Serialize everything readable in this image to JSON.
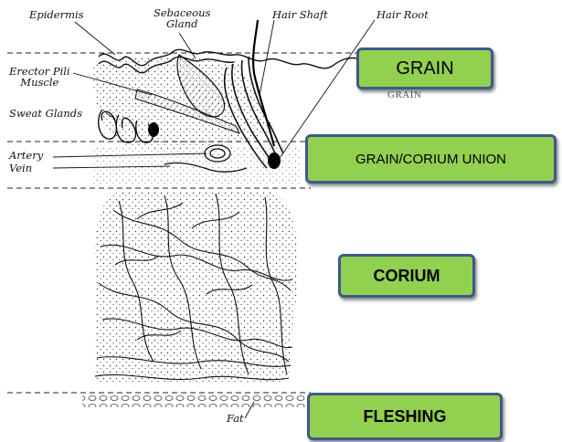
{
  "labels": {
    "epidermis": "Epidermis",
    "sebaceous_gland": "Sebaceous\nGland",
    "hair_shaft": "Hair Shaft",
    "hair_root": "Hair Root",
    "erector_pili_muscle": "Erector Pili\nMuscle",
    "sweat_glands": "Sweat Glands",
    "artery": "Artery",
    "vein": "Vein",
    "fat": "Fat"
  },
  "boxes": {
    "grain": "GRAIN",
    "grain_corium_union": "GRAIN/CORIUM UNION",
    "corium": "CORIUM",
    "fleshing": "FLESHING"
  },
  "ghost_text": "GRAIN",
  "colors": {
    "box_fill": "#92d050",
    "box_border": "#3d5a8a",
    "ink": "#111111"
  }
}
